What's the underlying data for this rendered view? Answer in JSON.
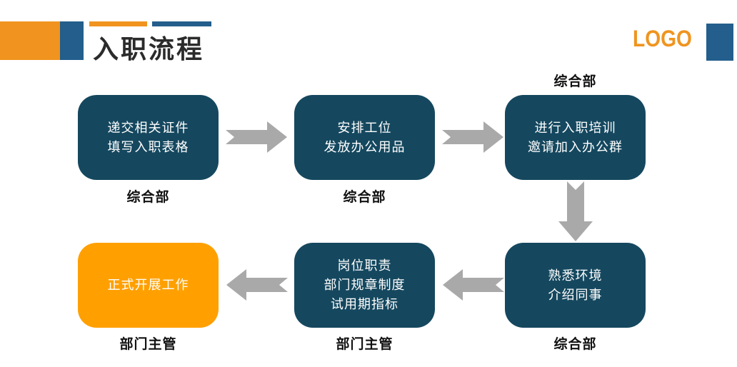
{
  "title": {
    "text": "入职流程"
  },
  "logo": {
    "text": "LOGO"
  },
  "colors": {
    "background": "#FFFFFF",
    "box_blue": "#15485F",
    "box_orange": "#FFA000",
    "accent_orange": "#F0941F",
    "accent_blue": "#235E8C",
    "arrow_gray": "#A9A9A9",
    "title_text": "#2B2B2B",
    "label_text": "#111111",
    "box_text": "#FFFFFF"
  },
  "flow": {
    "boxes": [
      {
        "step": 1,
        "text": "递交相关证件\n填写入职表格",
        "dept": "综合部",
        "dept_label_position": "below",
        "color": "blue"
      },
      {
        "step": 2,
        "text": "安排工位\n发放办公用品",
        "dept": "综合部",
        "dept_label_position": "below",
        "color": "blue"
      },
      {
        "step": 3,
        "text": "进行入职培训\n邀请加入办公群",
        "dept": "综合部",
        "dept_label_position": "above",
        "color": "blue"
      },
      {
        "step": 4,
        "text": "熟悉环境\n介绍同事",
        "dept": "综合部",
        "dept_label_position": "below",
        "color": "blue"
      },
      {
        "step": 5,
        "text": "岗位职责\n部门规章制度\n试用期指标",
        "dept": "部门主管",
        "dept_label_position": "below",
        "color": "blue"
      },
      {
        "step": 6,
        "text": "正式开展工作",
        "dept": "部门主管",
        "dept_label_position": "below",
        "color": "orange"
      }
    ],
    "arrows": [
      {
        "from": 1,
        "to": 2,
        "direction": "right",
        "icon": "notched-right-arrow"
      },
      {
        "from": 2,
        "to": 3,
        "direction": "right",
        "icon": "notched-right-arrow"
      },
      {
        "from": 3,
        "to": 4,
        "direction": "down",
        "icon": "notched-down-arrow"
      },
      {
        "from": 4,
        "to": 5,
        "direction": "left",
        "icon": "notched-left-arrow"
      },
      {
        "from": 5,
        "to": 6,
        "direction": "left",
        "icon": "notched-left-arrow"
      }
    ]
  }
}
